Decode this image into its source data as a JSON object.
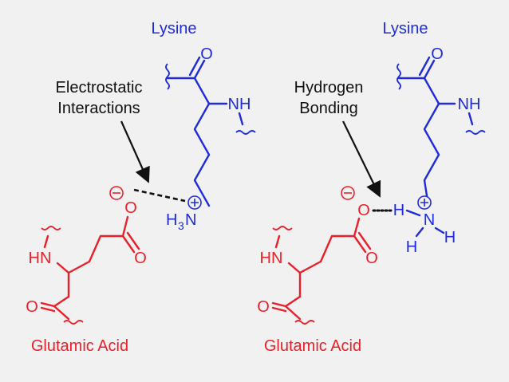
{
  "colors": {
    "glutamate": "#e8202a",
    "lysine": "#1f2bd6",
    "annotation": "#111111",
    "background": "#f1f1f1"
  },
  "left": {
    "lysine_title": "Lysine",
    "annotation_line1": "Electrostatic",
    "annotation_line2": "Interactions",
    "lysine_carbonyl_o": "O",
    "lysine_nh": "NH",
    "amine_h": "H",
    "amine_sub": "3",
    "amine_n": "N",
    "carboxylate_o_top": "O",
    "carboxylate_o_bottom": "O",
    "glu_nh": "HN",
    "glu_carbonyl_o": "O",
    "glutamate_title": "Glutamic Acid"
  },
  "right": {
    "lysine_title": "Lysine",
    "annotation_line1": "Hydrogen",
    "annotation_line2": "Bonding",
    "lysine_carbonyl_o": "O",
    "lysine_nh": "NH",
    "h_bond_h": "H",
    "amine_n": "N",
    "amine_h_left": "H",
    "amine_h_right": "H",
    "carboxylate_o_top": "O",
    "carboxylate_o_bottom": "O",
    "glu_nh": "HN",
    "glu_carbonyl_o": "O",
    "glutamate_title": "Glutamic Acid"
  }
}
